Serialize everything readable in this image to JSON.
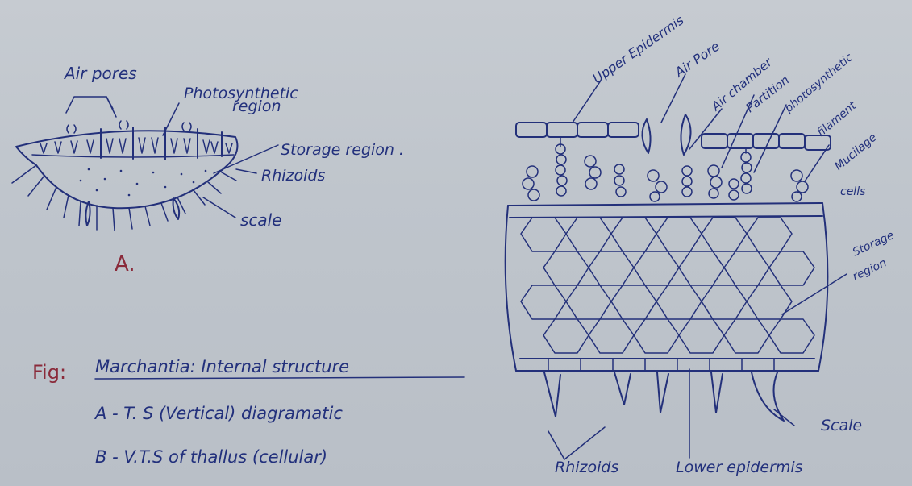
{
  "diagram_a": {
    "labels": {
      "air_pores": "Air pores",
      "photosynthetic_line1": "Photosynthetic",
      "photosynthetic_line2": "region",
      "storage": "Storage region .",
      "rhizoids": "Rhizoids",
      "scale": "scale",
      "figure_letter": "A."
    }
  },
  "diagram_b": {
    "labels": {
      "upper_epidermis": "Upper Epidermis",
      "air_pore": "Air Pore",
      "air_chamber": "Air chamber",
      "partition": "Partition",
      "photosynthetic_filament_1": "photosynthetic",
      "photosynthetic_filament_2": "filament",
      "mucilage_1": "Mucilage",
      "mucilage_2": "cells",
      "storage_1": "Storage",
      "storage_2": "region",
      "scale": "Scale",
      "rhizoids": "Rhizoids",
      "lower_epidermis": "Lower epidermis"
    }
  },
  "caption": {
    "fig_label": "Fig:",
    "title": "Marchantia: Internal structure",
    "line_a": "A -  T. S (Vertical) diagramatic",
    "line_b": "B - V.T.S of thallus (cellular)"
  }
}
